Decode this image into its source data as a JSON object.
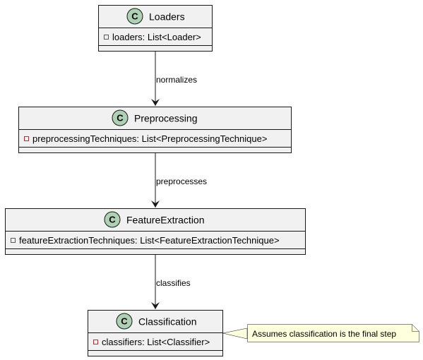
{
  "diagram": {
    "colors": {
      "class_fill": "#F1F1F1",
      "class_border": "#181818",
      "stereotype_circle": "#ADD1B2",
      "private_marker": "#C82930",
      "note_fill": "#FEFFDD",
      "arrow": "#181818"
    },
    "classes": [
      {
        "name": "Loaders",
        "stereotype": "C",
        "attributes": [
          {
            "visibility": "private",
            "text": "loaders: List<Loader>"
          }
        ]
      },
      {
        "name": "Preprocessing",
        "stereotype": "C",
        "attributes": [
          {
            "visibility": "private",
            "text": "preprocessingTechniques: List<PreprocessingTechnique>"
          }
        ]
      },
      {
        "name": "FeatureExtraction",
        "stereotype": "C",
        "attributes": [
          {
            "visibility": "private",
            "text": "featureExtractionTechniques: List<FeatureExtractionTechnique>"
          }
        ]
      },
      {
        "name": "Classification",
        "stereotype": "C",
        "attributes": [
          {
            "visibility": "private",
            "text": "classifiers: List<Classifier>"
          }
        ]
      }
    ],
    "relations": [
      {
        "from": "Loaders",
        "to": "Preprocessing",
        "label": "normalizes"
      },
      {
        "from": "Preprocessing",
        "to": "FeatureExtraction",
        "label": "preprocesses"
      },
      {
        "from": "FeatureExtraction",
        "to": "Classification",
        "label": "classifies"
      }
    ],
    "note": {
      "attached_to": "Classification",
      "text": "Assumes classification is the final step"
    }
  }
}
